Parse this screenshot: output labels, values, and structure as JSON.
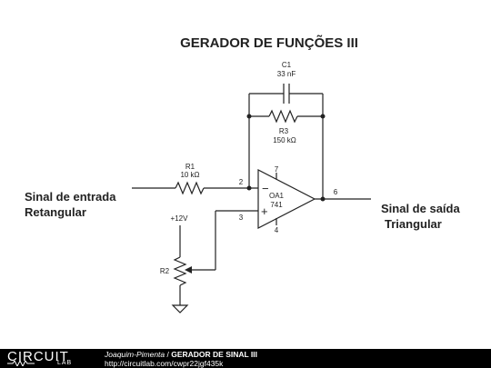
{
  "title": "GERADOR DE FUNÇÕES III",
  "components": {
    "c1": {
      "ref": "C1",
      "value": "33 nF"
    },
    "r3": {
      "ref": "R3",
      "value": "150 kΩ"
    },
    "r1": {
      "ref": "R1",
      "value": "10 kΩ"
    },
    "r2": {
      "ref": "R2"
    },
    "oa1": {
      "ref": "OA1",
      "model": "741"
    },
    "supply": "+12V",
    "pins": {
      "p2": "2",
      "p3": "3",
      "p4": "4",
      "p6": "6",
      "p7": "7"
    }
  },
  "input_label": {
    "line1": "Sinal de entrada",
    "line2": "Retangular"
  },
  "output_label": {
    "line1": "Sinal de saída",
    "line2": "Triangular"
  },
  "footer": {
    "logo_top": "CIRCUIT",
    "logo_bottom": "LAB",
    "author": "Joaquim-Pimenta",
    "separator": " / ",
    "circuit_name": "GERADOR DE SINAL III",
    "url": "http://circuitlab.com/cwpr22jgf435k"
  }
}
